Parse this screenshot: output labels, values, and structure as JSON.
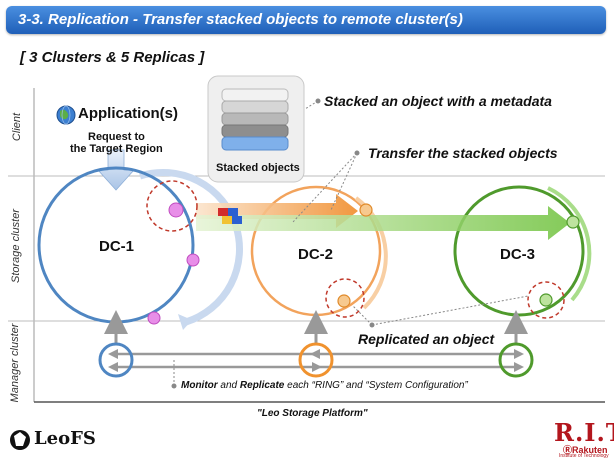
{
  "header": {
    "title": "3-3. Replication - Transfer stacked objects to remote cluster(s)",
    "subtitle": "[ 3 Clusters & 5 Replicas ]"
  },
  "rows": {
    "client": "Client",
    "storage": "Storage cluster",
    "manager": "Manager cluster"
  },
  "application": {
    "label": "Application(s)",
    "request_line1": "Request to",
    "request_line2": "the Target Region"
  },
  "stacked": {
    "label": "Stacked objects"
  },
  "callouts": {
    "metadata": "Stacked an object with a metadata",
    "transfer": "Transfer the stacked objects",
    "replicated": "Replicated an object"
  },
  "clusters": [
    {
      "name": "DC-1",
      "color": "#4f86c2"
    },
    {
      "name": "DC-2",
      "color": "#f2a35c"
    },
    {
      "name": "DC-3",
      "color": "#4f9a2c"
    }
  ],
  "monitor": {
    "em1": "Monitor",
    "and": " and ",
    "em2": "Replicate",
    "rest": " each “RING” and “System Configuration”"
  },
  "platform": "\"Leo Storage Platform\"",
  "logos": {
    "leofs": "LeoFS",
    "rit": "R.I.T.",
    "rakuten": "ⓇRakuten",
    "institute": "Institute of Technology"
  }
}
